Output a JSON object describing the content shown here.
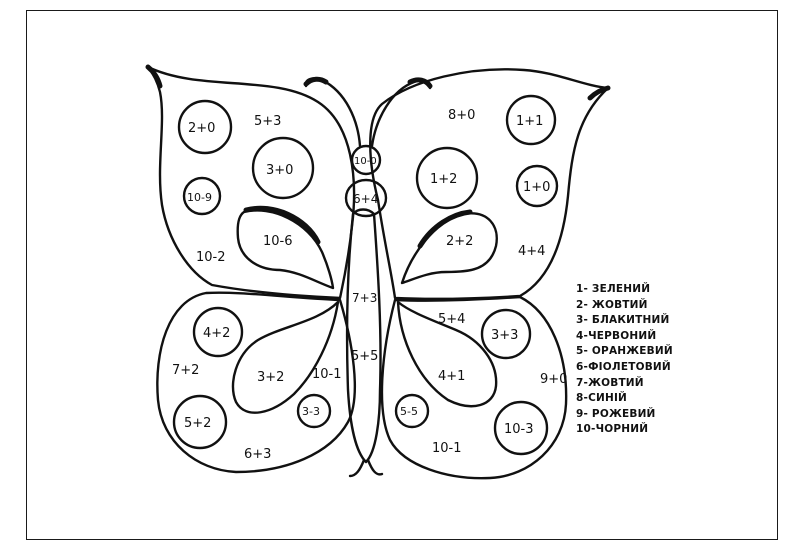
{
  "worksheet": {
    "exercises": {
      "ul_top": "2+0",
      "ul_a": "5+3",
      "ul_b": "3+0",
      "ul_c": "10-9",
      "ul_d": "10-6",
      "ul_e": "10-2",
      "ur_a": "8+0",
      "ur_b": "1+1",
      "ur_c": "1+2",
      "ur_d": "1+0",
      "ur_e": "2+2",
      "ur_f": "4+4",
      "head": "10-0",
      "neck": "6+4",
      "body_top": "7+3",
      "body_mid": "5+5",
      "ll_a": "4+2",
      "ll_b": "7+2",
      "ll_c": "3+2",
      "ll_d": "10-1",
      "ll_e": "3-3",
      "ll_f": "5+2",
      "ll_g": "6+3",
      "lr_a": "5+4",
      "lr_b": "3+3",
      "lr_c": "4+1",
      "lr_d": "9+0",
      "lr_e": "5-5",
      "lr_f": "10-3",
      "lr_g": "10-1"
    },
    "legend": [
      "1- ЗЕЛЕНИЙ",
      "2- ЖОВТИЙ",
      "3- БЛАКИТНИЙ",
      "4-ЧЕРВОНИЙ",
      "5- ОРАНЖЕВИЙ",
      "6-ФІОЛЕТОВИЙ",
      "7-ЖОВТИЙ",
      "8-СИНІЙ",
      "9- РОЖЕВИЙ",
      "10-ЧОРНИЙ"
    ]
  }
}
